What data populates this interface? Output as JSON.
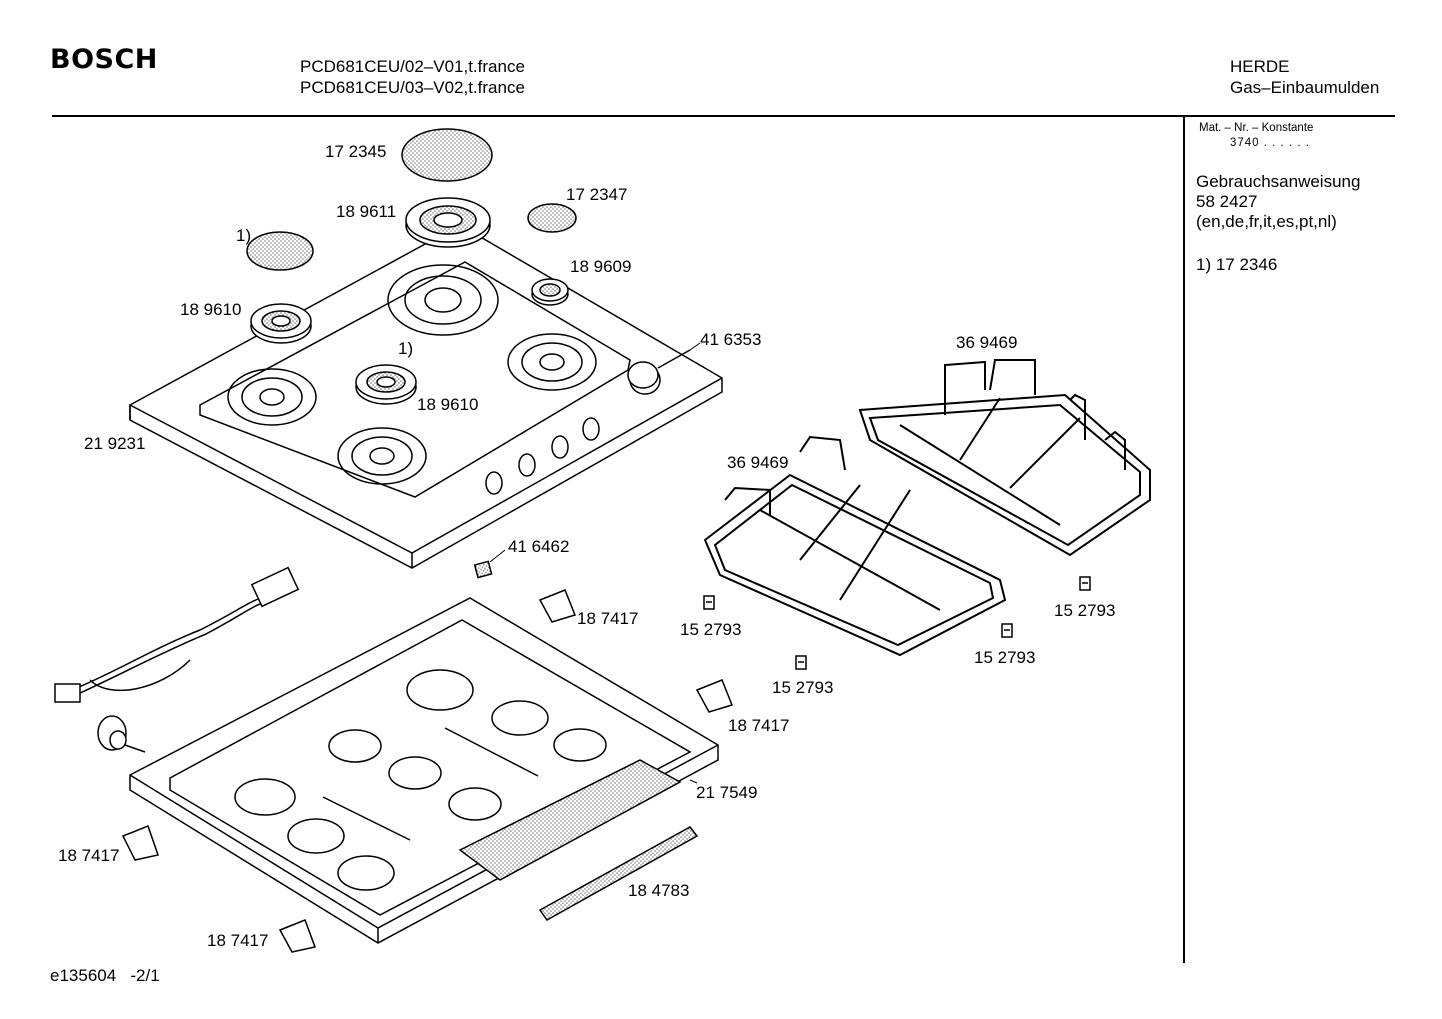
{
  "header": {
    "brand": "BOSCH",
    "model_line_1": "PCD681CEU/02–V01,t.france",
    "model_line_2": "PCD681CEU/03–V02,t.france",
    "category_line_1": "HERDE",
    "category_line_2": "Gas–Einbaumulden"
  },
  "sidebar": {
    "mat_label": "Mat. – Nr. – Konstante",
    "mat_value": "3740 . . . . . .",
    "manual_title": "Gebrauchsanweisung",
    "manual_number": "58 2427",
    "manual_languages": "(en,de,fr,it,es,pt,nl)",
    "footnote": "1) 17 2346"
  },
  "footer": {
    "doc_id": "e135604   -2/1"
  },
  "parts": {
    "p172345": "17 2345",
    "p189611": "18 9611",
    "p172347": "17 2347",
    "fn1": "1)",
    "p189609": "18 9609",
    "p189610a": "18 9610",
    "fn2": "1)",
    "p416353": "41 6353",
    "p189610b": "18 9610",
    "p219231": "21 9231",
    "p369469a": "36 9469",
    "p369469b": "36 9469",
    "p416462": "41 6462",
    "p187417a": "18 7417",
    "p152793a": "15 2793",
    "p152793b": "15 2793",
    "p152793c": "15 2793",
    "p152793d": "15 2793",
    "p187417b": "18 7417",
    "p217549": "21 7549",
    "p187417c": "18 7417",
    "p184783": "18 4783",
    "p187417d": "18 7417"
  }
}
